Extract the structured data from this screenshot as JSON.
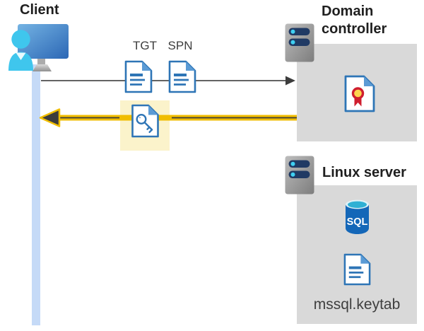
{
  "client": {
    "label": "Client"
  },
  "tickets": {
    "tgt_label": "TGT",
    "spn_label": "SPN"
  },
  "domain_controller": {
    "label": "Domain controller"
  },
  "linux_server": {
    "label": "Linux server",
    "sql_badge": "SQL",
    "keytab_file": "mssql.keytab"
  },
  "colors": {
    "panel_gray": "#d9d9d9",
    "highlight_yellow": "#fbf3cb",
    "lifeline_blue": "#c5daf7",
    "document_blue": "#2e75b6",
    "document_fold_blue": "#5b9bd5",
    "request_arrow_gray": "#3c3c3c",
    "response_arrow_gold": "#f0bd00",
    "user_cyan": "#3fc6ed",
    "monitor_blue_light": "#74b3e3",
    "monitor_blue_dark": "#2c67b5",
    "server_pill_navy": "#203a64",
    "server_led_cyan": "#3fd0f2",
    "sql_body_blue": "#1467b8",
    "sql_top_cyan": "#2fb0d4",
    "certificate_red": "#cf1e2f",
    "certificate_gold": "#fdd44f"
  }
}
